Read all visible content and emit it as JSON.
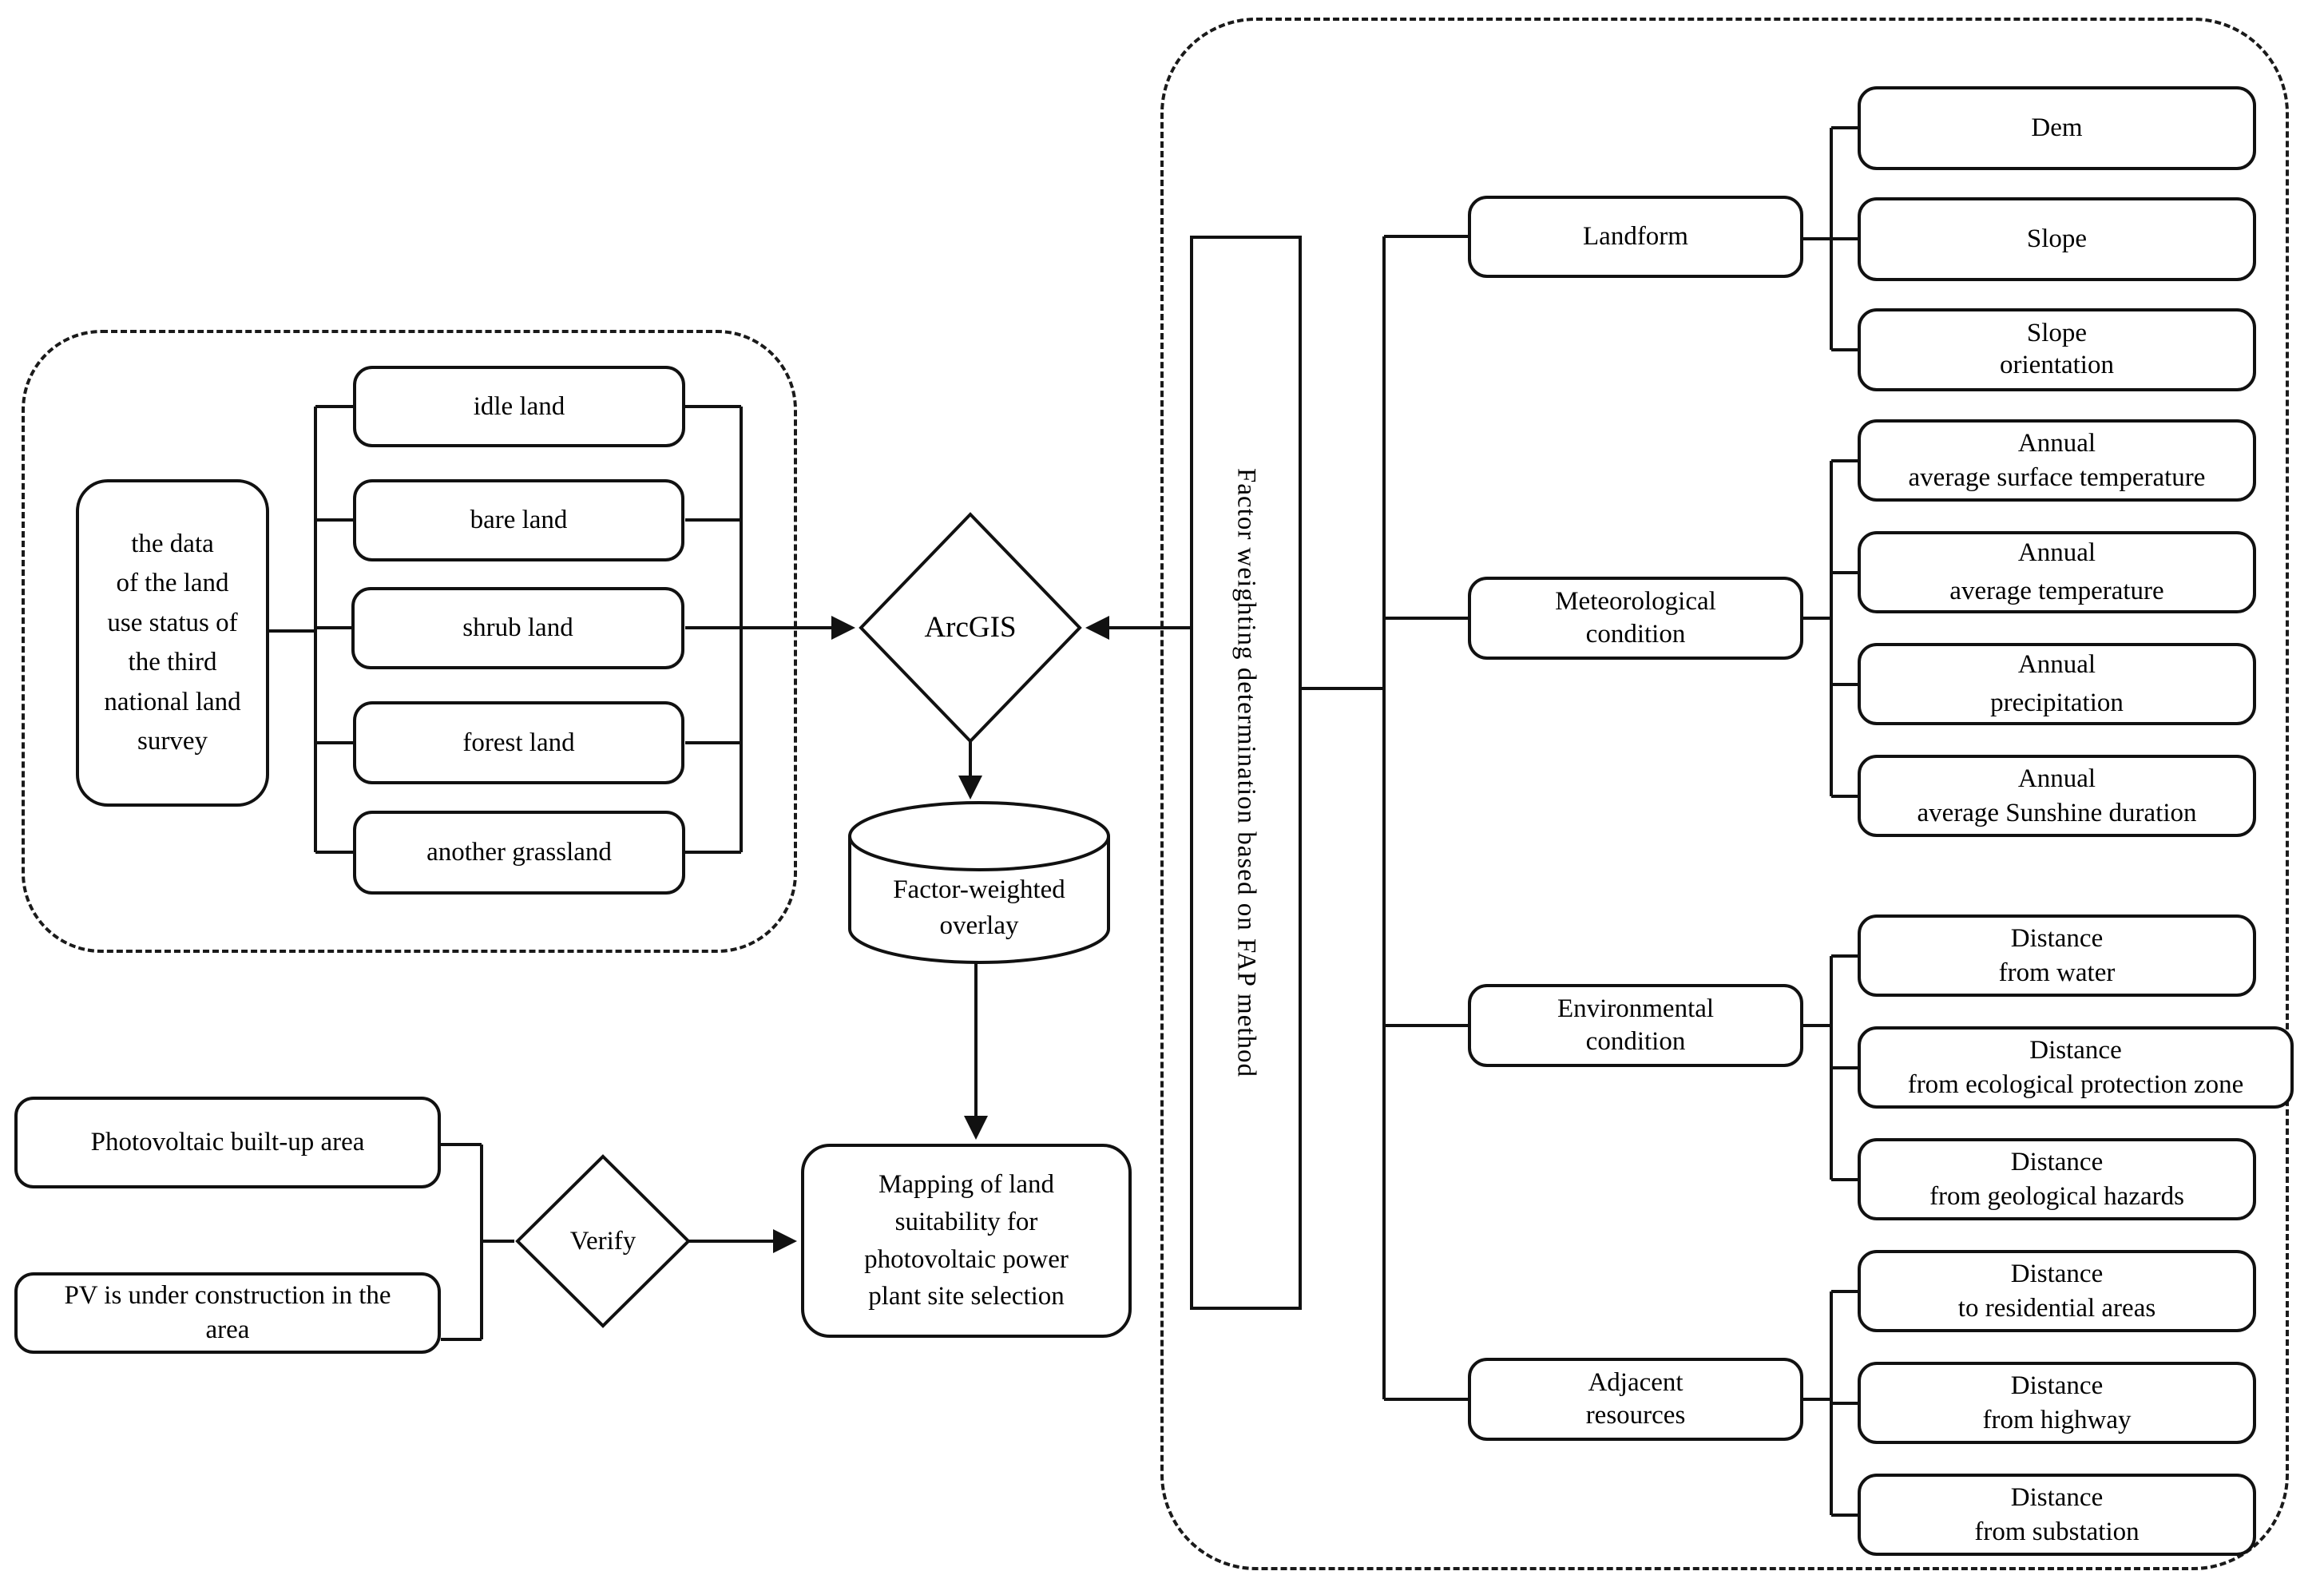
{
  "diagram": {
    "land_survey_group": {
      "source": {
        "label": "the data\nof the land\nuse status of\nthe third\nnational land\nsurvey"
      },
      "land_types": [
        {
          "label": "idle land"
        },
        {
          "label": "bare land"
        },
        {
          "label": "shrub land"
        },
        {
          "label": "forest land"
        },
        {
          "label": "another grassland"
        }
      ]
    },
    "process": {
      "arcgis": {
        "label": "ArcGIS"
      },
      "overlay": {
        "label": "Factor-weighted\noverlay"
      },
      "mapping": {
        "label": "Mapping of land\nsuitability for\nphotovoltaic power\nplant site selection"
      },
      "verify": {
        "label": "Verify"
      },
      "pv_built_up": {
        "label": "Photovoltaic built-up area"
      },
      "pv_under_construction": {
        "label": "PV is under construction in the\narea"
      }
    },
    "fap_group": {
      "fap_box": {
        "label": "Factor weighting determination based on FAP method"
      },
      "categories": [
        {
          "label": "Landform",
          "children": [
            {
              "label": "Dem"
            },
            {
              "label": "Slope"
            },
            {
              "label": "Slope\norientation"
            }
          ]
        },
        {
          "label": "Meteorological\ncondition",
          "children": [
            {
              "label": "Annual\naverage surface temperature"
            },
            {
              "label": "Annual\naverage temperature"
            },
            {
              "label": "Annual\nprecipitation"
            },
            {
              "label": "Annual\naverage Sunshine duration"
            }
          ]
        },
        {
          "label": "Environmental\ncondition",
          "children": [
            {
              "label": "Distance\nfrom water"
            },
            {
              "label": "Distance\nfrom ecological protection zone"
            },
            {
              "label": "Distance\nfrom geological hazards"
            }
          ]
        },
        {
          "label": "Adjacent\nresources",
          "children": [
            {
              "label": "Distance\nto residential areas"
            },
            {
              "label": "Distance\nfrom highway"
            },
            {
              "label": "Distance\nfrom substation"
            }
          ]
        }
      ]
    },
    "colors": {
      "line": "#111111",
      "background": "#ffffff"
    }
  }
}
